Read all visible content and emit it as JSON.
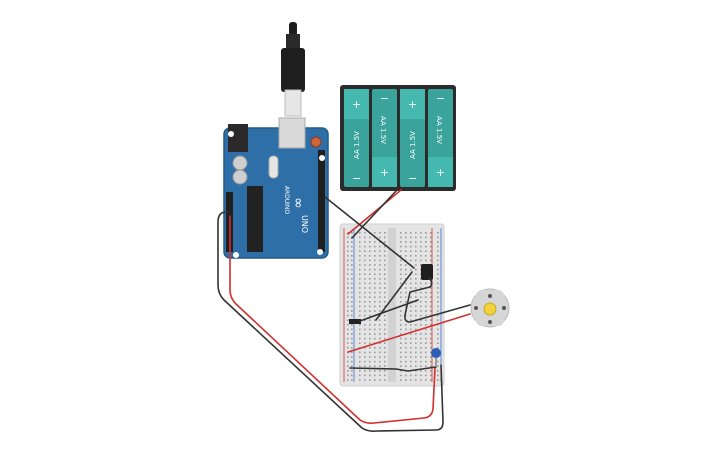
{
  "arduino": {
    "brand_text": "ARDUINO",
    "model_text": "UNO",
    "logo_text": "∞"
  },
  "battery_pack": {
    "cells": [
      {
        "label": "AA 1.5V",
        "top_sign": "+",
        "bottom_sign": "−"
      },
      {
        "label": "AA 1.5V",
        "top_sign": "−",
        "bottom_sign": "+"
      },
      {
        "label": "AA 1.5V",
        "top_sign": "+",
        "bottom_sign": "−"
      },
      {
        "label": "AA 1.5V",
        "top_sign": "−",
        "bottom_sign": "+"
      }
    ]
  },
  "colors": {
    "arduino_board": "#2f6fa7",
    "battery_case": "#2b2b2b",
    "battery_cell": "#45b8b0",
    "breadboard": "#e4e4e4",
    "wire_red": "#d32f2f",
    "wire_black": "#333333",
    "motor": "#d6d6d6",
    "motor_hub": "#f2d23a",
    "capacitor": "#2b5fb3"
  },
  "icons": {
    "usb_cable": "usb-cable-icon",
    "dc_motor": "dc-motor-icon",
    "transistor": "transistor-icon",
    "diode": "diode-icon",
    "capacitor": "capacitor-icon"
  }
}
